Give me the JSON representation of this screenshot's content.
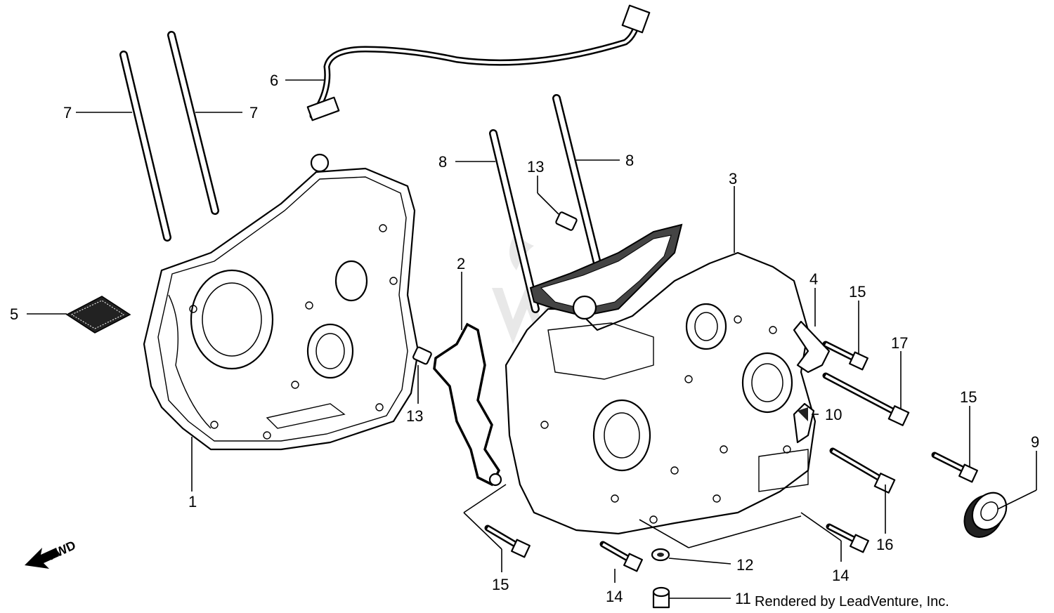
{
  "callouts": {
    "c1": "1",
    "c2": "2",
    "c3": "3",
    "c4": "4",
    "c5": "5",
    "c6": "6",
    "c7a": "7",
    "c7b": "7",
    "c8a": "8",
    "c8b": "8",
    "c9": "9",
    "c10": "10",
    "c11": "11",
    "c12": "12",
    "c13a": "13",
    "c13b": "13",
    "c14a": "14",
    "c14b": "14",
    "c15a": "15",
    "c15b": "15",
    "c15c": "15",
    "c16": "16",
    "c17": "17"
  },
  "direction": "FWD",
  "credit": "Rendered by LeadVenture, Inc."
}
